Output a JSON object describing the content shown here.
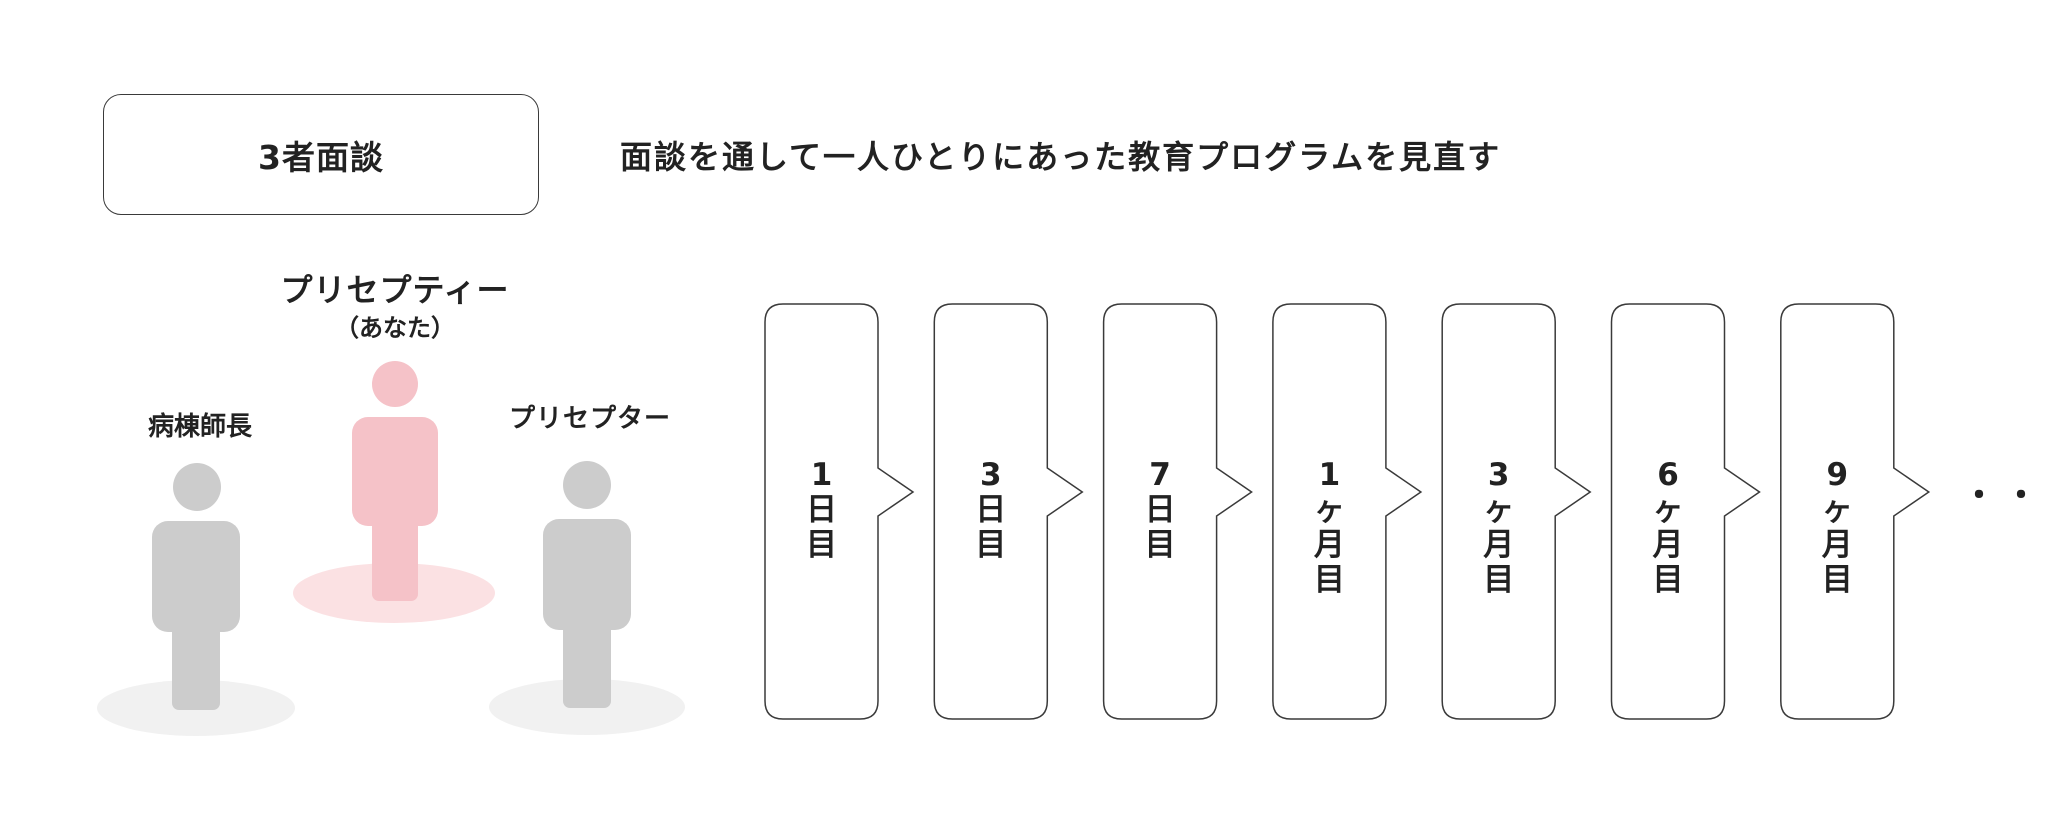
{
  "meeting_box": {
    "label": "3者面談"
  },
  "subtitle": "面談を通して一人ひとりにあった教育プログラムを見直す",
  "participants": {
    "preceptee": {
      "label": "プリセプティー",
      "sublabel": "（あなた）",
      "color": "#f5c2c8",
      "shadow_color": "#fbe1e3"
    },
    "head_nurse": {
      "label": "病棟師長",
      "color": "#cccccc",
      "shadow_color": "#f1f1f1"
    },
    "preceptor": {
      "label": "プリセプター",
      "color": "#cccccc",
      "shadow_color": "#f1f1f1"
    }
  },
  "timeline": {
    "steps": [
      {
        "label": "1日目",
        "chars": [
          "1",
          "日",
          "目"
        ]
      },
      {
        "label": "3日目",
        "chars": [
          "3",
          "日",
          "目"
        ]
      },
      {
        "label": "7日目",
        "chars": [
          "7",
          "日",
          "目"
        ]
      },
      {
        "label": "1ヶ月目",
        "chars": [
          "1",
          "ヶ",
          "月",
          "目"
        ]
      },
      {
        "label": "3ヶ月目",
        "chars": [
          "3",
          "ヶ",
          "月",
          "目"
        ]
      },
      {
        "label": "6ヶ月目",
        "chars": [
          "6",
          "ヶ",
          "月",
          "目"
        ]
      },
      {
        "label": "9ヶ月目",
        "chars": [
          "9",
          "ヶ",
          "月",
          "目"
        ]
      }
    ],
    "continuation": "・・・"
  }
}
